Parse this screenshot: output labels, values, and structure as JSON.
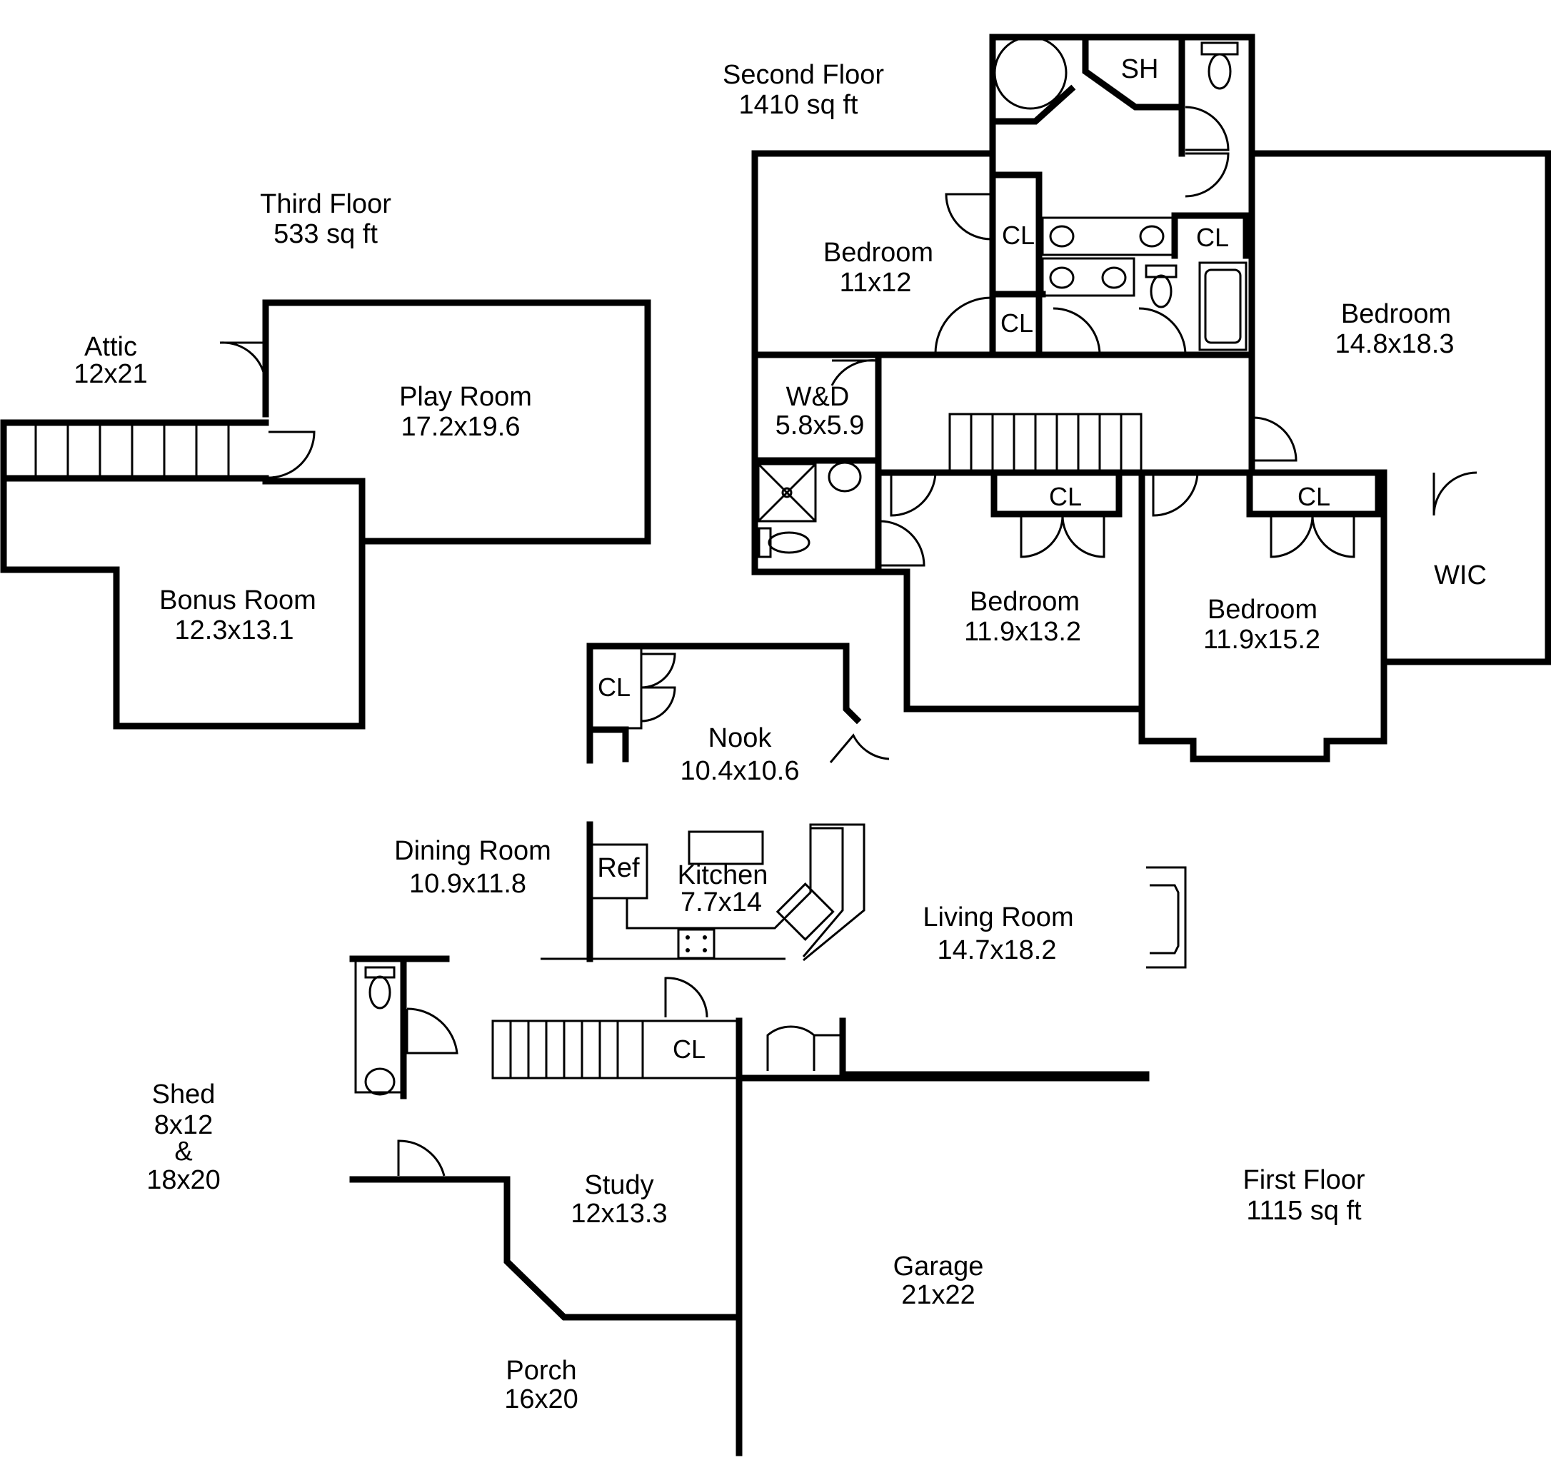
{
  "floors": {
    "third": {
      "title": "Third Floor",
      "area": "533 sq ft"
    },
    "second": {
      "title": "Second Floor",
      "area": "1410 sq ft"
    },
    "first": {
      "title": "First Floor",
      "area": "1115 sq ft"
    }
  },
  "rooms": {
    "attic": {
      "name": "Attic",
      "size": "12x21"
    },
    "play_room": {
      "name": "Play Room",
      "size": "17.2x19.6"
    },
    "bonus_room": {
      "name": "Bonus Room",
      "size": "12.3x13.1"
    },
    "bedroom_upper_left": {
      "name": "Bedroom",
      "size": "11x12"
    },
    "bedroom_master": {
      "name": "Bedroom",
      "size": "14.8x18.3"
    },
    "wd": {
      "name": "W&D",
      "size": "5.8x5.9"
    },
    "bedroom_mid": {
      "name": "Bedroom",
      "size": "11.9x13.2"
    },
    "bedroom_right": {
      "name": "Bedroom",
      "size": "11.9x15.2"
    },
    "wic": {
      "name": "WIC"
    },
    "sh": {
      "name": "SH"
    },
    "nook": {
      "name": "Nook",
      "size": "10.4x10.6"
    },
    "dining_room": {
      "name": "Dining Room",
      "size": "10.9x11.8"
    },
    "kitchen": {
      "name": "Kitchen",
      "size": "7.7x14"
    },
    "ref": {
      "name": "Ref"
    },
    "living_room": {
      "name": "Living Room",
      "size": "14.7x18.2"
    },
    "study": {
      "name": "Study",
      "size": "12x13.3"
    },
    "garage": {
      "name": "Garage",
      "size": "21x22"
    },
    "porch": {
      "name": "Porch",
      "size": "16x20"
    }
  },
  "shed": {
    "line1": "Shed",
    "line2": "8x12",
    "line3": "&",
    "line4": "18x20"
  },
  "closet_label": "CL"
}
